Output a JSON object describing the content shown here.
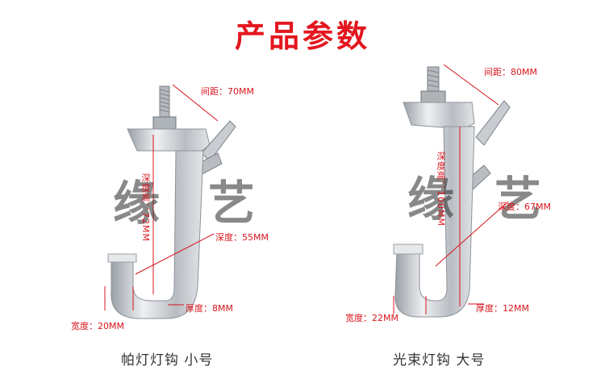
{
  "title": "产品参数",
  "products": [
    {
      "caption": "帕灯灯钩  小号",
      "spacing": "间距：70MM",
      "depth_vertical": "深度高：72MM",
      "depth": "深度：55MM",
      "thickness": "厚度：8MM",
      "width": "宽度：20MM"
    },
    {
      "caption": "光束灯钩  大号",
      "spacing": "间距：80MM",
      "depth_vertical": "深度高：100MM",
      "depth": "深度：67MM",
      "thickness": "厚度：12MM",
      "width": "宽度：22MM"
    }
  ],
  "watermark": "缘艺",
  "colors": {
    "title": "#e3161e",
    "annotation": "#d8141c",
    "metal": "#c9ccd1"
  }
}
